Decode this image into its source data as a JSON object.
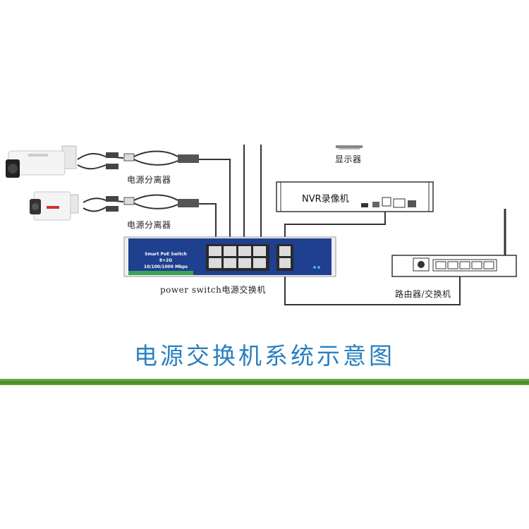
{
  "labels": {
    "display": "显示器",
    "splitter_top": "电源分离器",
    "splitter_bottom": "电源分离器",
    "nvr": "NVR录像机",
    "power_switch": "power switch电源交换机",
    "router": "路由器/交换机"
  },
  "switch_panel": {
    "line1": "Smart PoE Switch",
    "line2": "8+2G",
    "line3": "10/100/1000 Mbps"
  },
  "title": "电源交换机系统示意图",
  "colors": {
    "title": "#2a7fc0",
    "switch_body": "#1f3f8f",
    "switch_green_stripe": "#3aa35a",
    "ground_bar": "#4a9a2e",
    "cable": "#333333"
  }
}
